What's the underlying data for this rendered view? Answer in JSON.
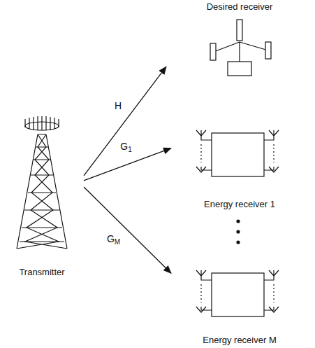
{
  "diagram": {
    "nodes": [
      {
        "text": [
          "Transmitter"
        ]
      },
      {
        "text": [
          "Desired receiver"
        ]
      },
      {
        "text": [
          "Energy receiver 1"
        ]
      },
      {
        "text": [
          "Energy receiver M"
        ]
      }
    ],
    "edges": [
      {
        "from": 0,
        "to": 1,
        "label": "H",
        "arrow": "to"
      },
      {
        "from": 0,
        "to": 2,
        "label": "G1",
        "arrow": "to"
      },
      {
        "from": 0,
        "to": 3,
        "label": "GM",
        "arrow": "to"
      }
    ]
  }
}
